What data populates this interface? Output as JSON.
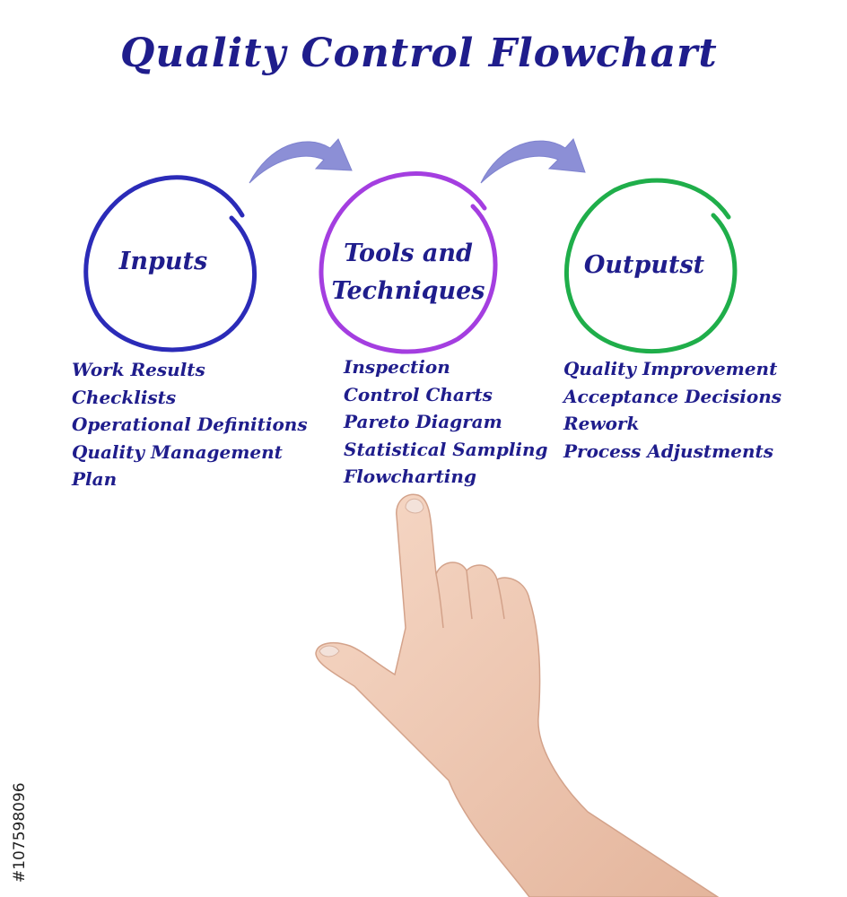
{
  "title": "Quality Control Flowchart",
  "colors": {
    "title_text": "#1f1d8c",
    "inputs_circle": "#2b2bb8",
    "tools_circle": "#a43ee0",
    "outputs_circle": "#1fae4a",
    "arrow": "#8c8fd6"
  },
  "nodes": [
    {
      "label": "Inputs",
      "items": [
        "Work Results",
        "Checklists",
        "Operational Definitions",
        "Quality Management",
        "Plan"
      ]
    },
    {
      "label_line1": "Tools and",
      "label_line2": "Techniques",
      "items": [
        "Inspection",
        "Control Charts",
        "Pareto Diagram",
        "Statistical Sampling",
        "Flowcharting"
      ]
    },
    {
      "label": "Outputst",
      "items": [
        "Quality Improvement",
        "Acceptance Decisions",
        "Rework",
        "Process Adjustments"
      ]
    }
  ],
  "stock_id": "#107598096"
}
